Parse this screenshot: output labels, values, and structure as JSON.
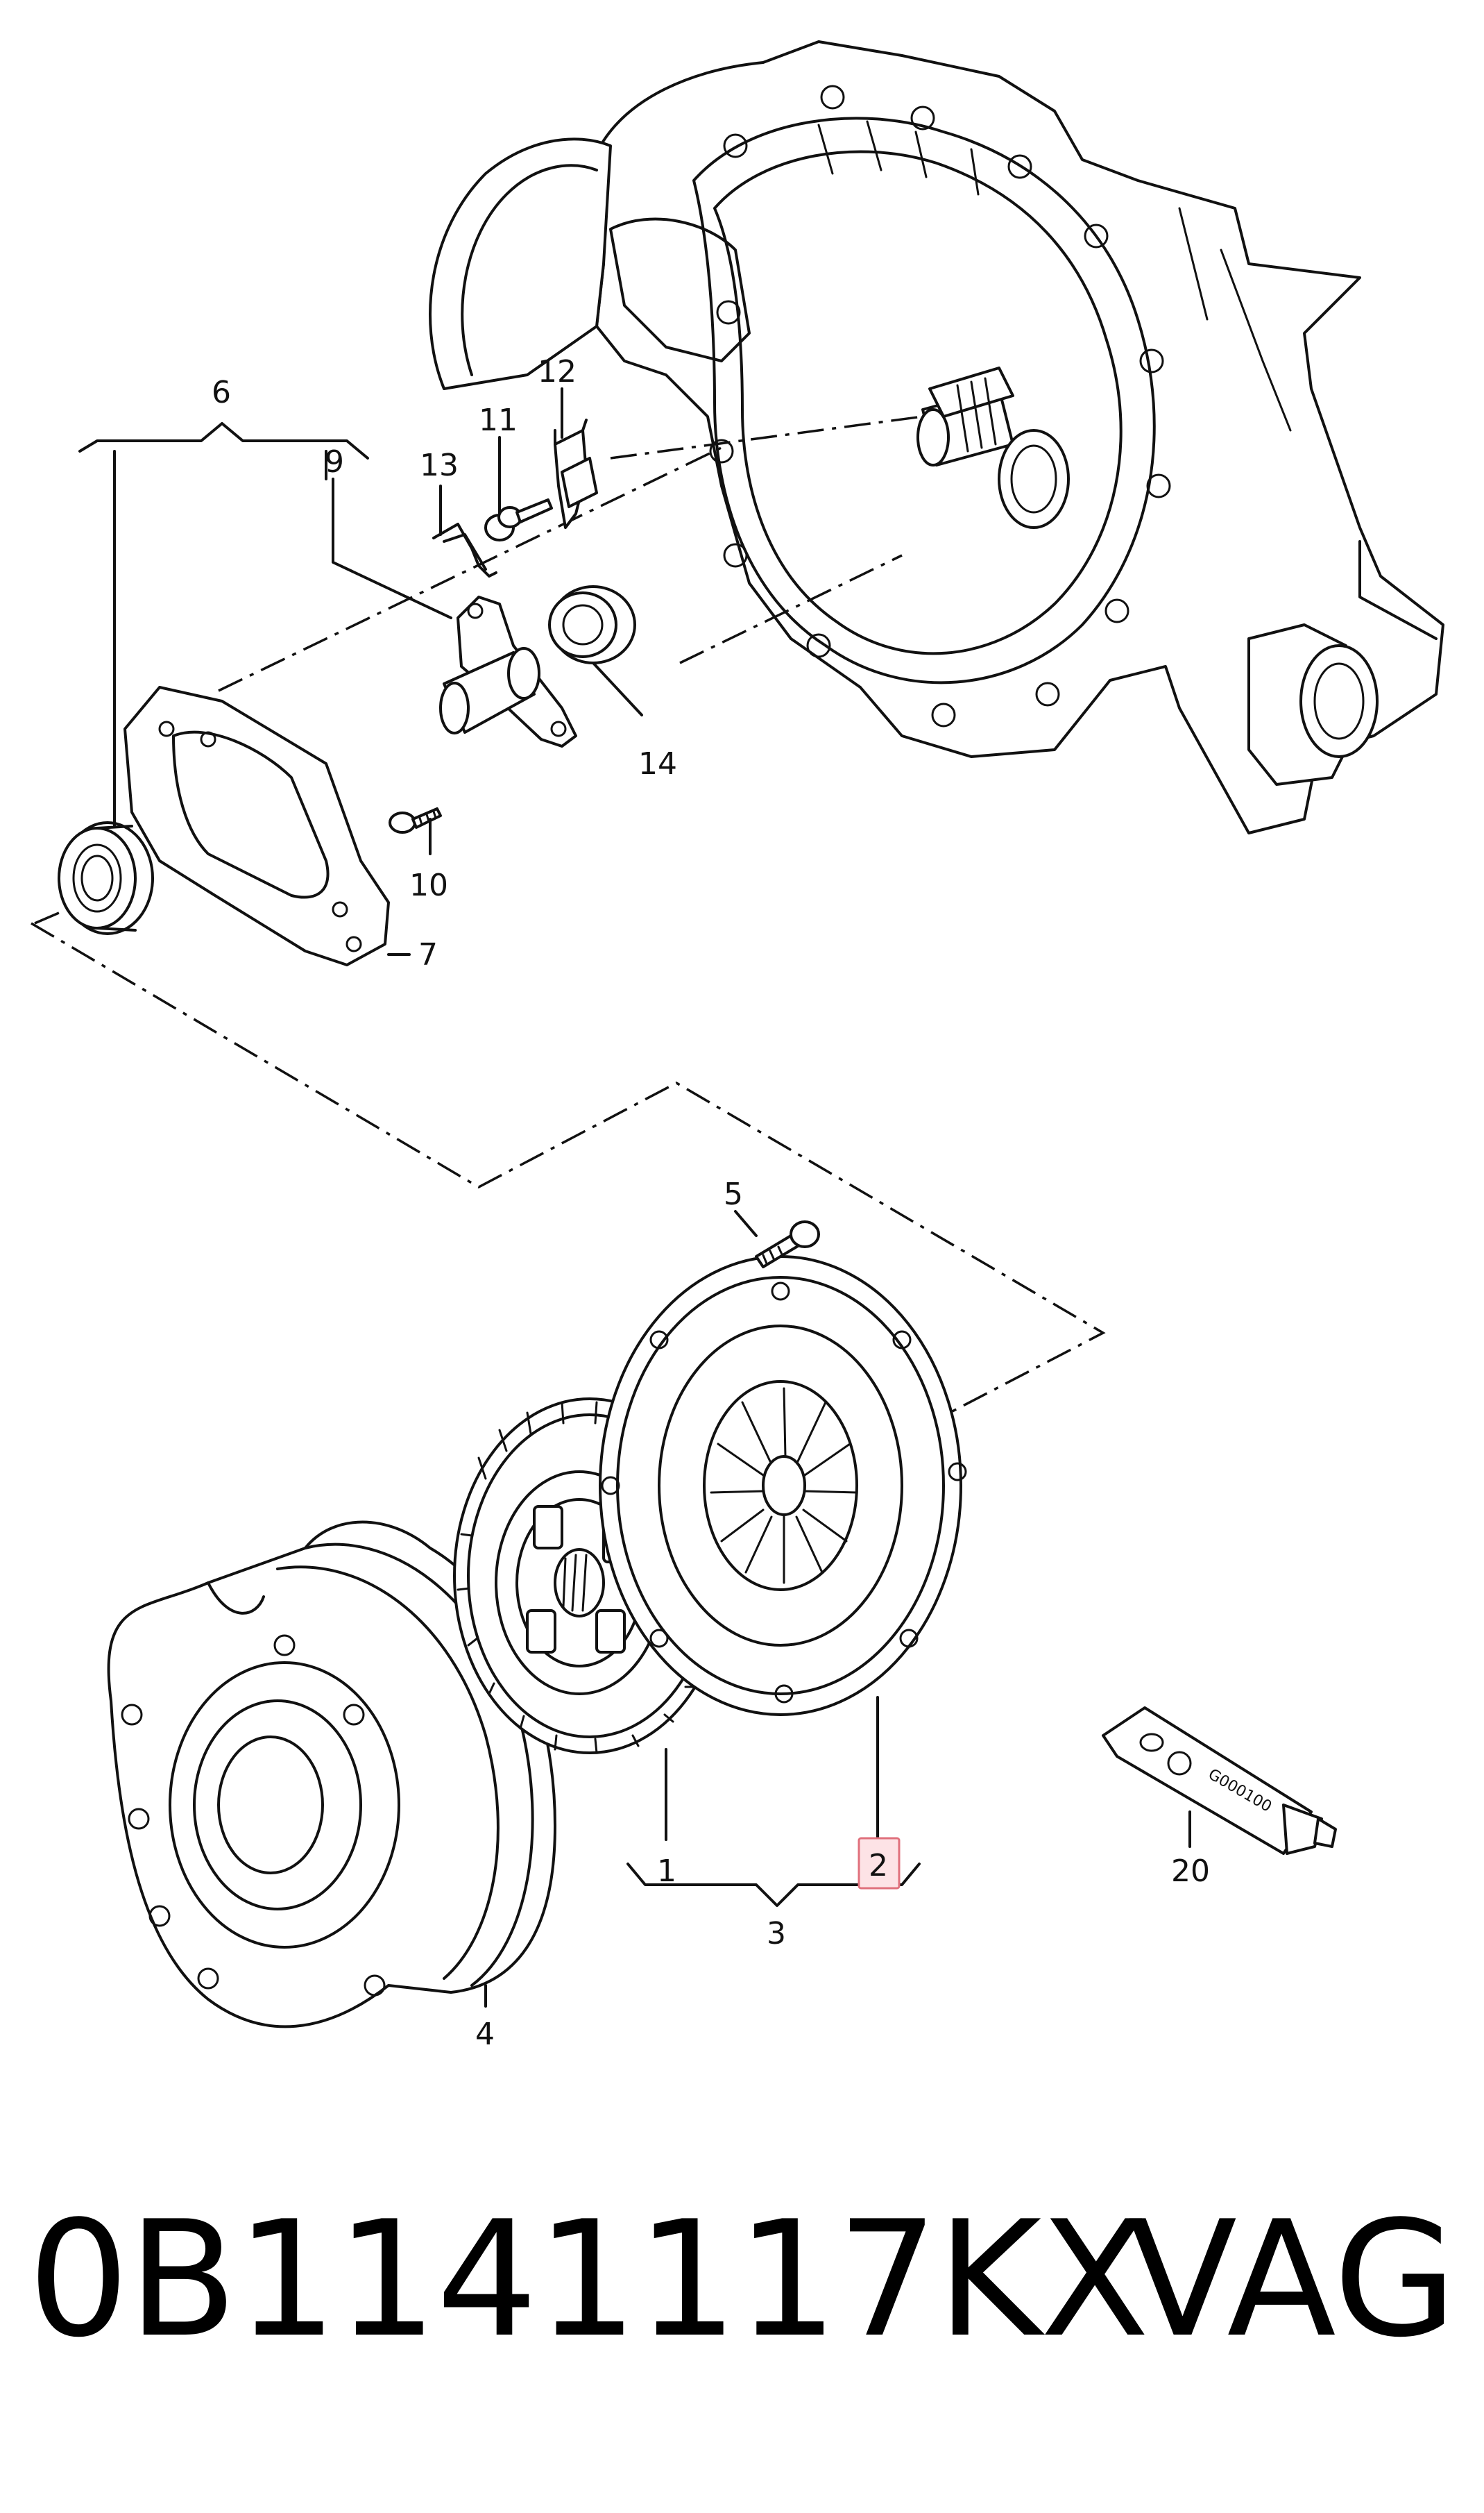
{
  "callouts": {
    "c1": "1",
    "c2": "2",
    "c3": "3",
    "c4": "4",
    "c5": "5",
    "c6": "6",
    "c7": "7",
    "c9": "9",
    "c10": "10",
    "c11": "11",
    "c12": "12",
    "c13": "13",
    "c14": "14",
    "c20": "20"
  },
  "highlighted_callout": "2",
  "tube_label": "G000100",
  "footer": {
    "part_number": "0B1141117KX",
    "brand": "VAG"
  },
  "colors": {
    "highlight_fill": "#fde3e6",
    "highlight_border": "#e0707c",
    "line": "#111111"
  }
}
